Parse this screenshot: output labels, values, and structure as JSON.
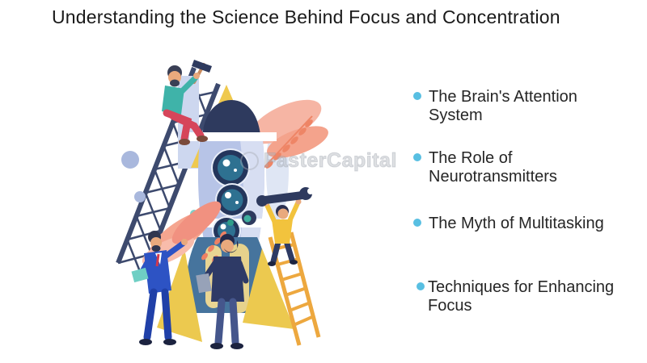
{
  "title": "Understanding the Science Behind Focus and Concentration",
  "watermark": {
    "text": "FasterCapital"
  },
  "bullets": {
    "accent_color": "#58bfe2",
    "items": [
      {
        "label": "The Brain's Attention\nSystem"
      },
      {
        "label": "The Role of\nNeurotransmitters"
      },
      {
        "label": "The Myth of Multitasking"
      },
      {
        "label": "Techniques for Enhancing\nFocus"
      }
    ]
  },
  "illustration": {
    "subject": "team building a rocket",
    "palette": {
      "rocket_body": "#b7c4e7",
      "rocket_highlight": "#d7def2",
      "nose_cone": "#2e3a5e",
      "porthole": "#2e7191",
      "engine": "#46749d",
      "exhaust_pipe": "#e9d593",
      "fin_yellow": "#ecc94f",
      "foliage_salmon": "#f4a38c",
      "foliage_coral": "#ee8566",
      "crane": "#3d4a6e",
      "suit_blue": "#2d53c4",
      "suit_navy": "#2e3a66",
      "shirt_teal": "#3fb3a9",
      "shirt_yellow": "#f2c33d",
      "pants_red": "#d6455a",
      "ladder_orange": "#eda83f",
      "skin": "#e9a97d"
    }
  }
}
